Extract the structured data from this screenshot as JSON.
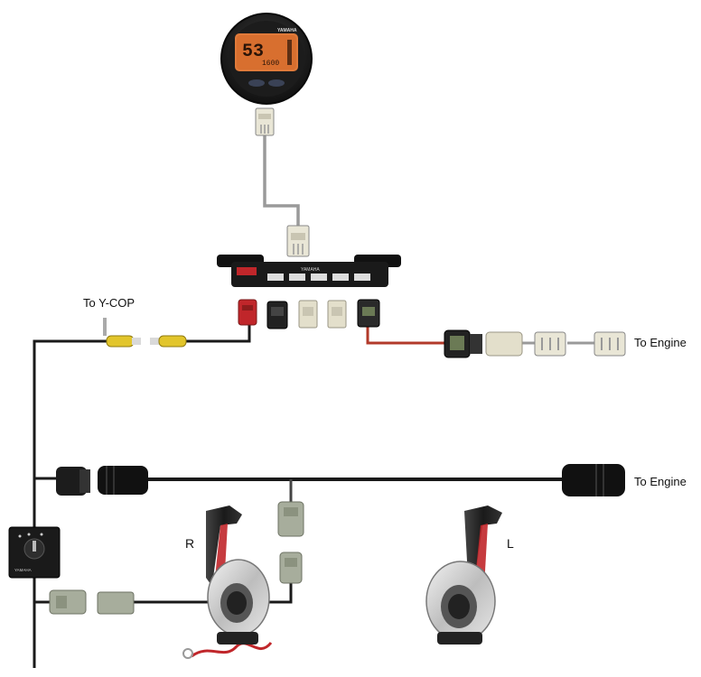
{
  "labels": {
    "to_ycop": "To Y-COP",
    "to_engine_top": "To Engine",
    "to_engine_bottom": "To Engine",
    "control_right": "R",
    "control_left": "L"
  },
  "gauge": {
    "brand": "YAMAHA",
    "reading_main": "53",
    "reading_sub": "1600"
  },
  "hub": {
    "brand": "YAMAHA"
  },
  "switch_panel": {
    "brand": "YAMAHA"
  },
  "colors": {
    "cable_black": "#1a1a1a",
    "cable_gray": "#9a9a9a",
    "cable_red": "#b23a2a",
    "lcd_orange": "#e07a3a",
    "lever_red": "#c0262a",
    "connector_beige": "#d9d6c2",
    "connector_gray": "#a7ad9c"
  }
}
